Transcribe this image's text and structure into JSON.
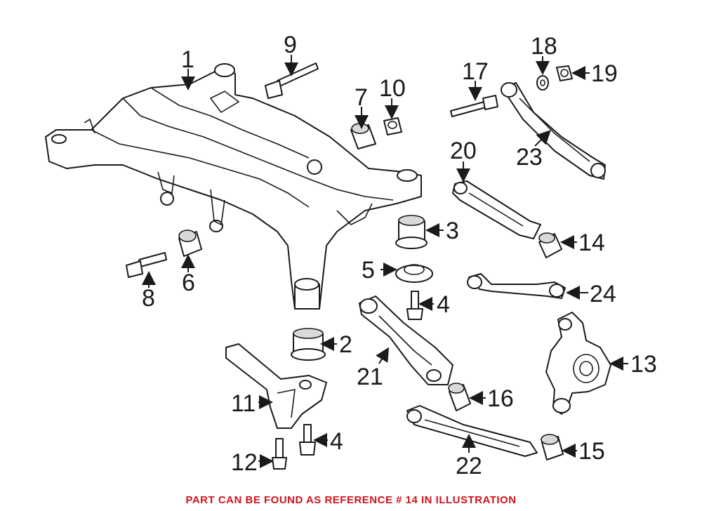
{
  "callouts": [
    "1",
    "2",
    "3",
    "4",
    "4",
    "5",
    "6",
    "7",
    "8",
    "9",
    "10",
    "11",
    "12",
    "13",
    "14",
    "15",
    "16",
    "17",
    "18",
    "19",
    "20",
    "21",
    "22",
    "23",
    "24"
  ],
  "footer_note": "PART CAN BE FOUND AS REFERENCE # 14 IN ILLUSTRATION",
  "colors": {
    "footer": "#d0121b",
    "line": "#1a1a1a",
    "background": "#ffffff"
  }
}
